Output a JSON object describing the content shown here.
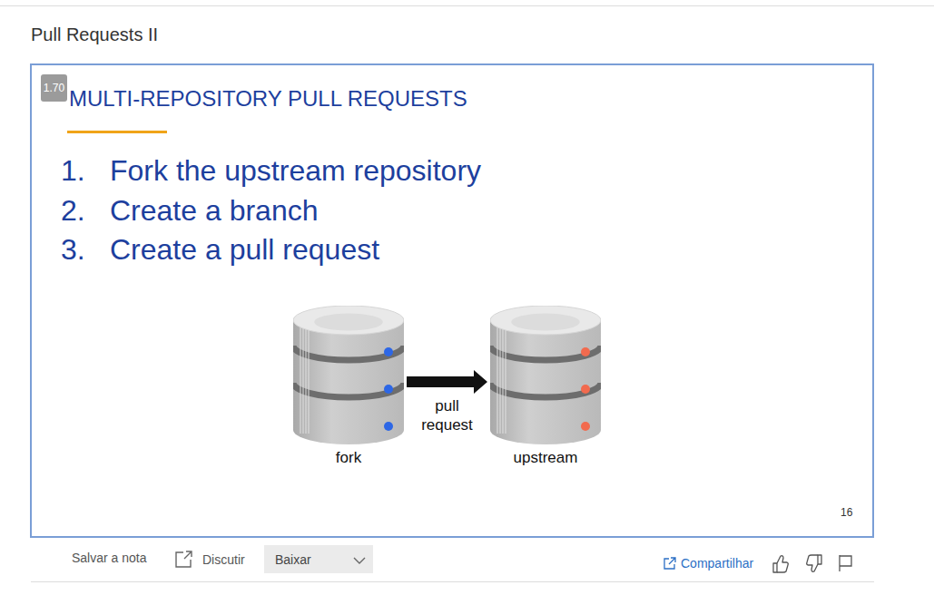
{
  "diagram": {
    "title": "MULTI-REPOSITORY PULL REQUESTS",
    "nodes": [
      {
        "text": [
          "fork"
        ]
      },
      {
        "text": [
          "upstream"
        ]
      }
    ],
    "edges": [
      {
        "from": 0,
        "to": 1,
        "arrow": "to",
        "label": "pull request"
      }
    ],
    "labels": [
      "Pull Requests II",
      "1.70",
      "1.",
      "Fork the upstream repository",
      "2.",
      "Create a branch",
      "3.",
      "Create a pull request",
      "16",
      "Salvar a nota",
      "Discutir",
      "Baixar",
      "Compartilhar"
    ]
  }
}
